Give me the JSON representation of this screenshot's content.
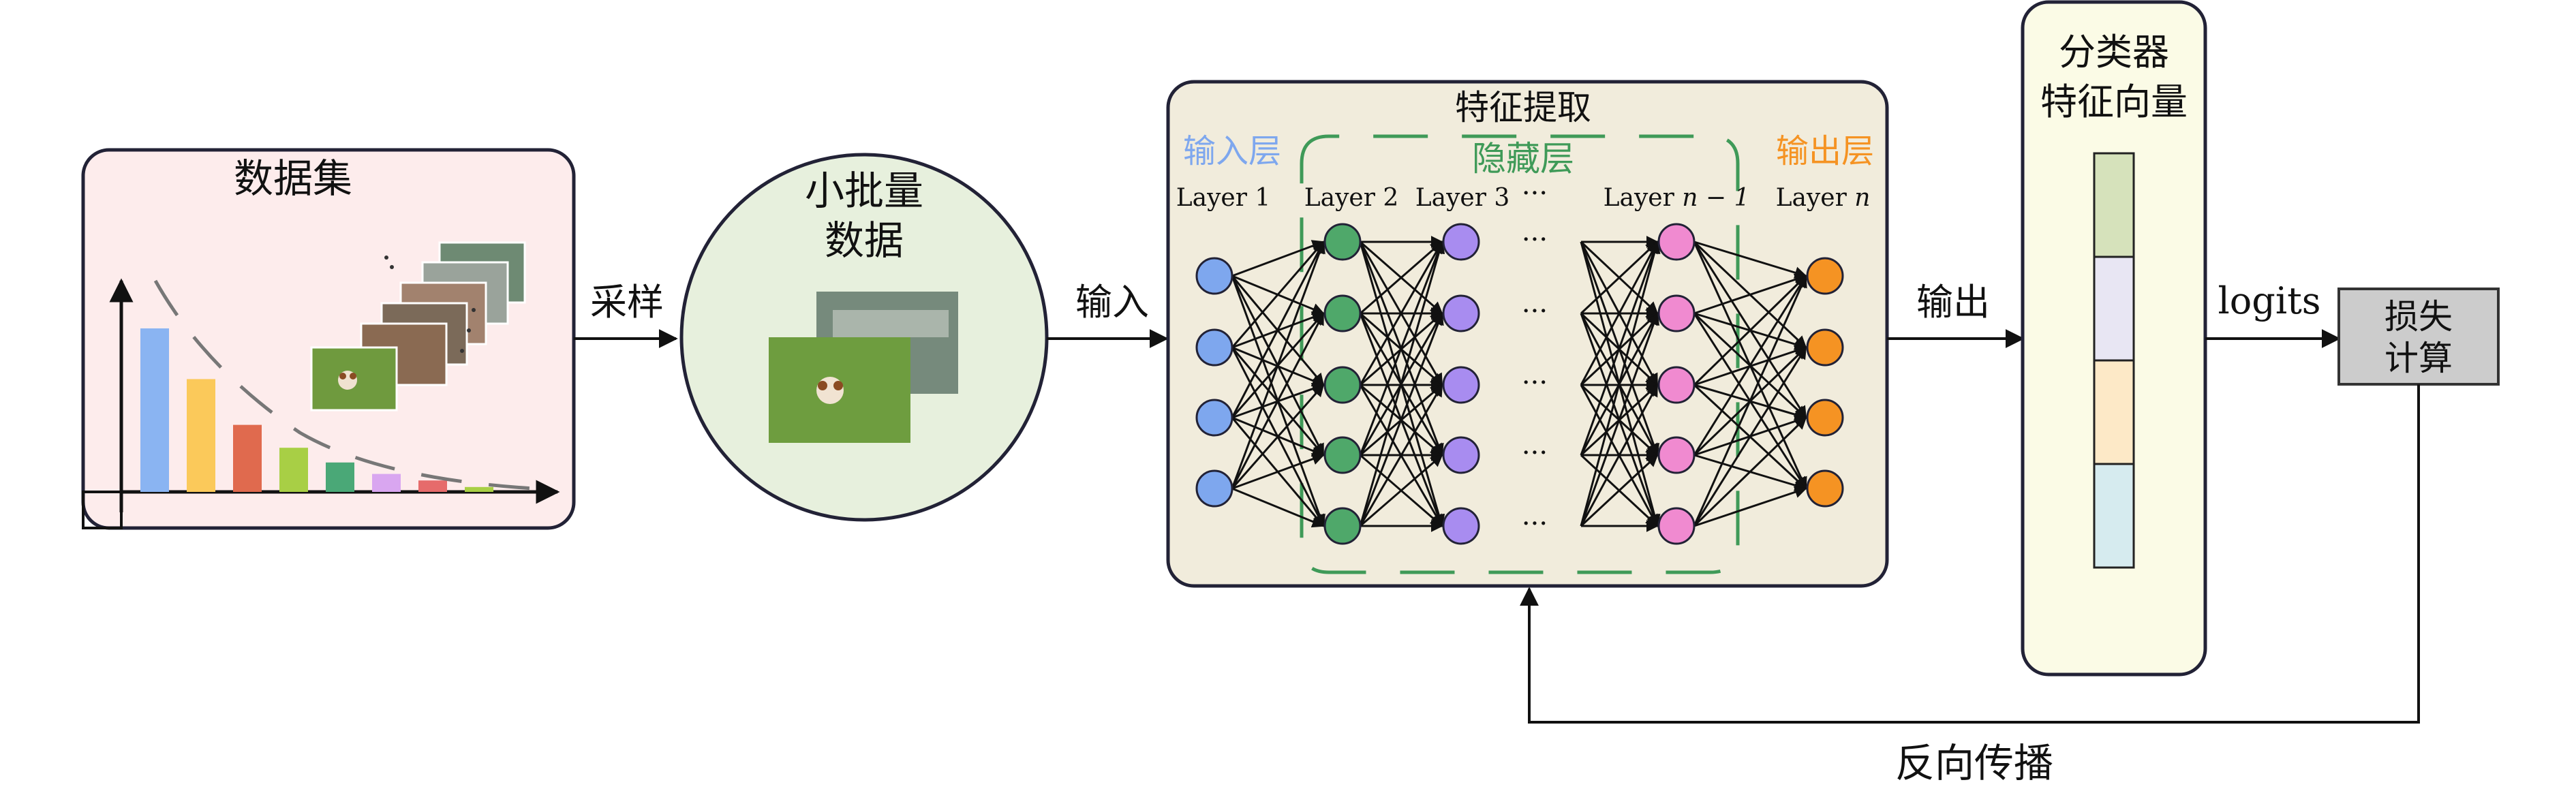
{
  "dataset": {
    "title": "数据集",
    "bar_colors": [
      "#8ab4f2",
      "#fbc95a",
      "#e06a4e",
      "#a8cf45",
      "#4aa877",
      "#d9a6f0",
      "#e66b6b",
      "#a8cf45"
    ],
    "bar_values": [
      1.0,
      0.69,
      0.41,
      0.27,
      0.18,
      0.11,
      0.07,
      0.03
    ]
  },
  "sampling_label": "采样",
  "minibatch": {
    "line1": "小批量",
    "line2": "数据"
  },
  "input_label": "输入",
  "network": {
    "feature_title": "特征提取",
    "hidden_title": "隐藏层",
    "input_layer_title": "输入层",
    "output_layer_title": "输出层",
    "layer_labels": [
      "Layer 1",
      "Layer 2",
      "Layer 3",
      "Layer",
      "Layer"
    ],
    "layer_nm1_suffix": "n − 1",
    "layer_n_suffix": "n",
    "ellipsis": "···",
    "colors": {
      "input": "#7ea7ee",
      "layer2": "#4fa86a",
      "layer3": "#a88cf0",
      "layer_nm1": "#f08ad0",
      "output": "#f59323",
      "input_title": "#7ea7ee",
      "hidden_title": "#3f9a58",
      "output_title": "#f59323"
    }
  },
  "output_label": "输出",
  "classifier": {
    "line1": "分类器",
    "line2": "特征向量",
    "cell_colors": [
      "#d6e2bb",
      "#e8e6f3",
      "#fde9c7",
      "#d6ebef"
    ]
  },
  "logits_label": "logits",
  "loss": {
    "line1": "损失",
    "line2": "计算"
  },
  "backprop_label": "反向传播"
}
